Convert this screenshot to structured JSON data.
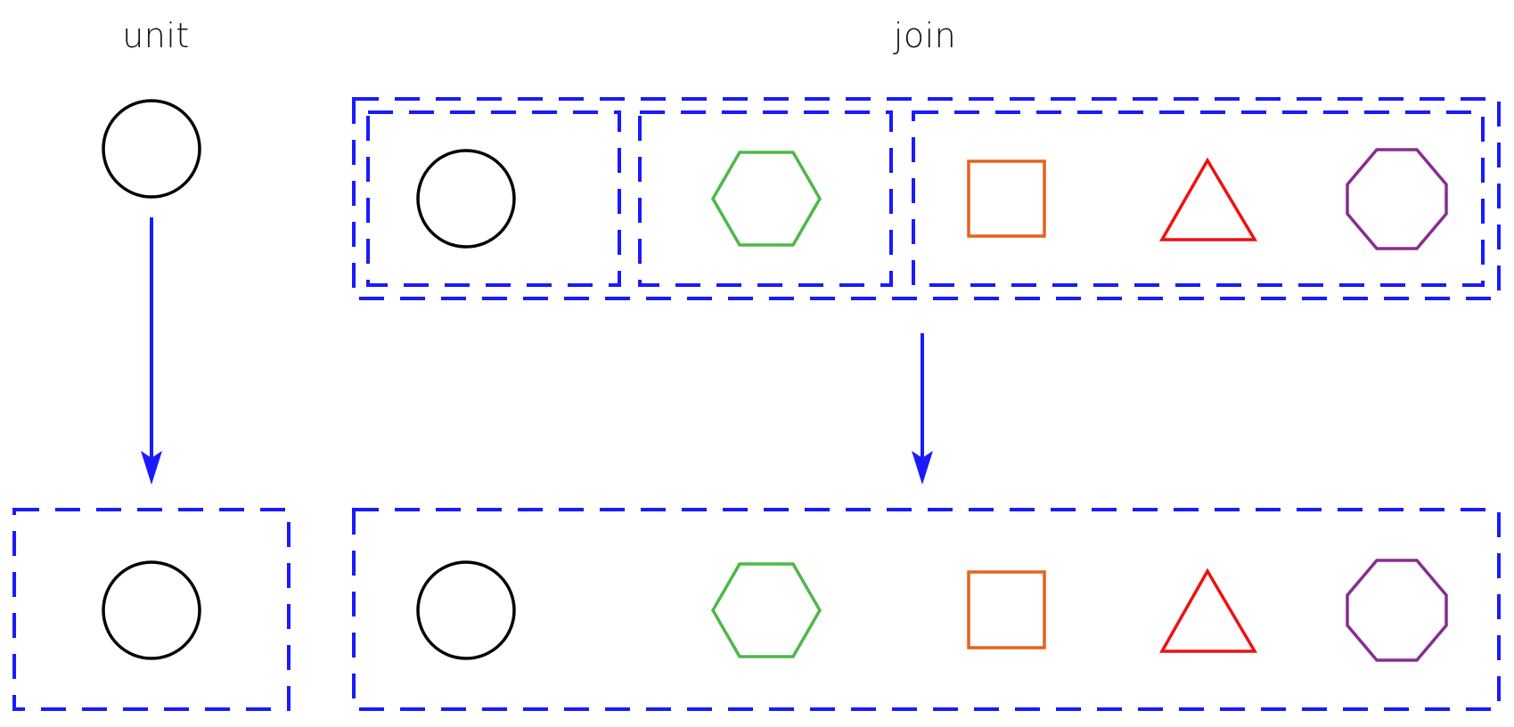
{
  "labels": {
    "unit": "unit",
    "join": "join"
  },
  "colors": {
    "box": "#1a1aff",
    "arrow": "#1a1aff",
    "circle": "#000000",
    "hexagon": "#4db848",
    "square": "#e8601c",
    "triangle": "#ee1111",
    "octagon": "#882d91"
  },
  "unit": {
    "input": [
      "circle"
    ],
    "output_box": [
      "circle"
    ]
  },
  "join": {
    "input_nested_boxes": [
      [
        "circle"
      ],
      [
        "hexagon"
      ],
      [
        "square",
        "triangle",
        "octagon"
      ]
    ],
    "output_box": [
      "circle",
      "hexagon",
      "square",
      "triangle",
      "octagon"
    ]
  }
}
